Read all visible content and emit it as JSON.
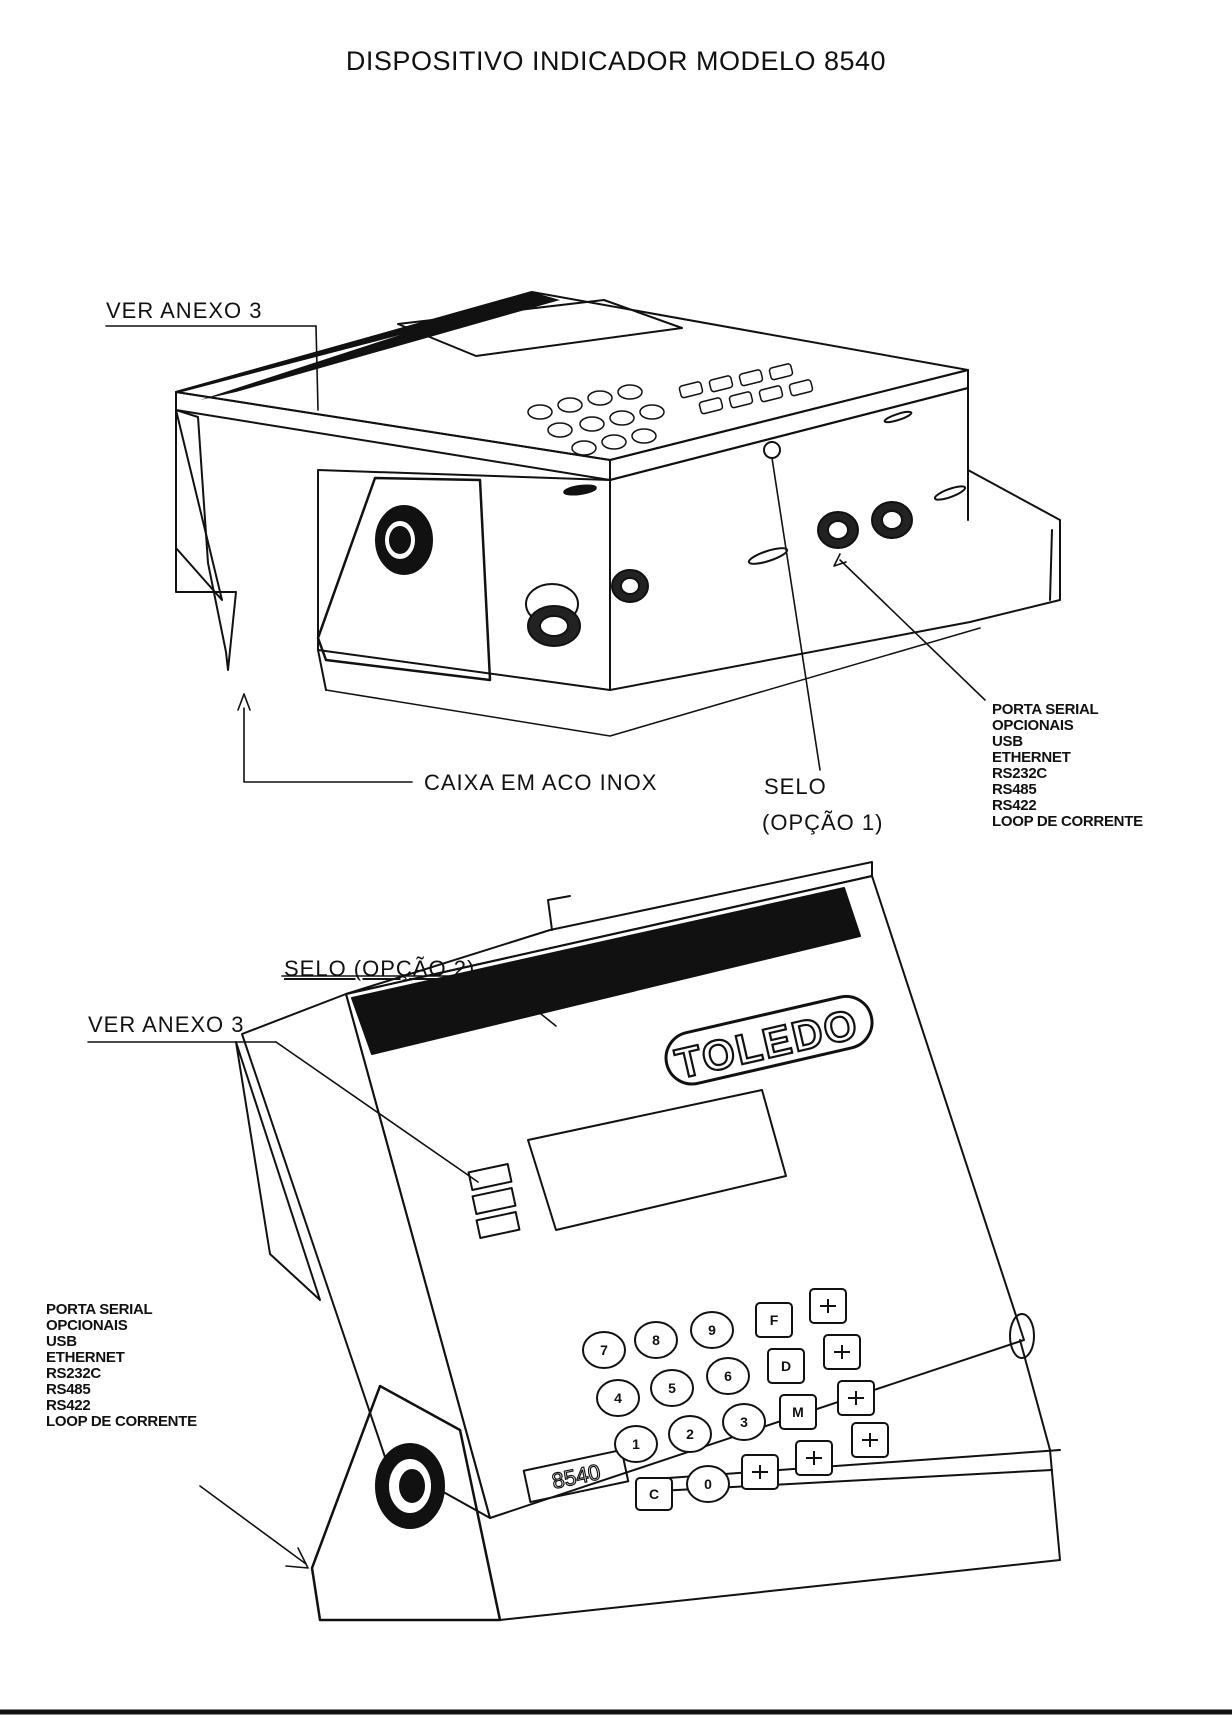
{
  "title": "DISPOSITIVO INDICADOR MODELO 8540",
  "top_view": {
    "ver_anexo": "VER ANEXO 3",
    "caixa": "CAIXA EM ACO INOX",
    "selo": "SELO",
    "selo_opcao": "(OPÇÃO 1)",
    "ports": [
      "PORTA SERIAL",
      "OPCIONAIS",
      "USB",
      "ETHERNET",
      "RS232C",
      "RS485",
      "RS422",
      "LOOP DE CORRENTE"
    ]
  },
  "front_view": {
    "selo_opcao2": "SELO (OPÇÃO 2)",
    "ver_anexo": "VER ANEXO 3",
    "brand": "TOLEDO",
    "model": "8540",
    "ports": [
      "PORTA SERIAL",
      "OPCIONAIS",
      "USB",
      "ETHERNET",
      "RS232C",
      "RS485",
      "RS422",
      "LOOP DE CORRENTE"
    ],
    "keypad": {
      "numeric": [
        "7",
        "8",
        "9",
        "4",
        "5",
        "6",
        "1",
        "2",
        "3",
        "C",
        "0"
      ],
      "function": [
        "F",
        "D",
        "M"
      ]
    }
  }
}
